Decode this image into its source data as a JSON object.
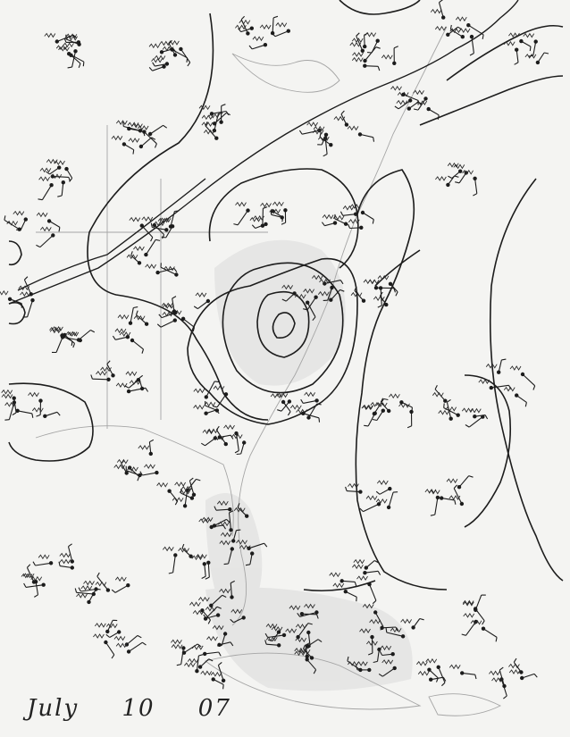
{
  "map": {
    "kind": "hand-analyzed surface weather map",
    "date_caption": {
      "month": "July",
      "day": "10",
      "year": "07"
    },
    "colors": {
      "paper": "#f4f4f2",
      "ink": "#1c1c1c",
      "coast": "#9a9a9a",
      "shade": "#d8d8d8"
    }
  }
}
